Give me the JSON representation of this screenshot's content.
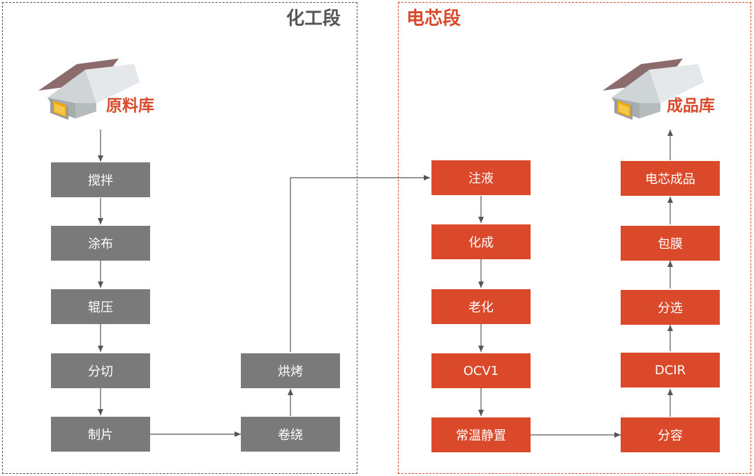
{
  "sections": {
    "chemical": {
      "title": "化工段"
    },
    "cell": {
      "title": "电芯段"
    }
  },
  "warehouses": {
    "raw": {
      "label": "原料库",
      "icon": "warehouse-icon"
    },
    "finished": {
      "label": "成品库",
      "icon": "warehouse-icon"
    }
  },
  "steps": {
    "stir": "搅拌",
    "coat": "涂布",
    "roll": "辊压",
    "slit": "分切",
    "tab": "制片",
    "wind": "卷绕",
    "bake": "烘烤",
    "inject": "注液",
    "form": "化成",
    "age": "老化",
    "ocv": "OCV1",
    "rest": "常温静置",
    "grade": "分容",
    "dcir": "DCIR",
    "sort": "分选",
    "wrap": "包膜",
    "product": "电芯成品"
  },
  "colors": {
    "gray_box": "#7a7a7a",
    "red_box": "#d9492a",
    "arrow": "#555555"
  }
}
